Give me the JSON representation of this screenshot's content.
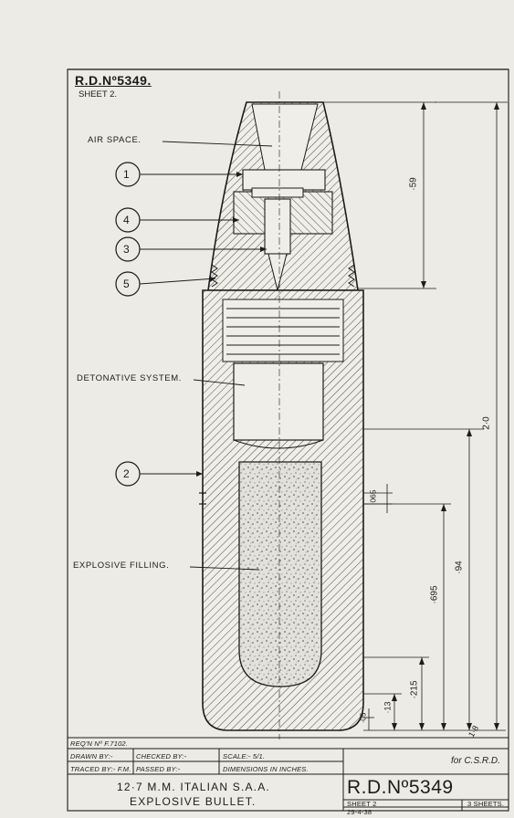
{
  "header": {
    "rd_number": "R.D.Nº5349.",
    "sheet": "SHEET 2."
  },
  "callouts": {
    "c1": "1",
    "c2": "2",
    "c3": "3",
    "c4": "4",
    "c5": "5"
  },
  "labels": {
    "air_space": "AIR SPACE.",
    "detonative_system": "DETONATIVE SYSTEM.",
    "explosive_filling": "EXPLOSIVE FILLING."
  },
  "dimensions": {
    "d59": "·59",
    "d20": "2·0",
    "d065": "·065",
    "d94": "·94",
    "d695": "·695",
    "d215": "·215",
    "d13": "·13",
    "d05": "·05",
    "d18": "1·8"
  },
  "title_block": {
    "req_no": "REQ'N Nº F.7102.",
    "drawn_by": "DRAWN BY:-",
    "traced_by": "TRACED BY:- F.M.",
    "checked_by": "CHECKED BY:-",
    "passed_by": "PASSED BY:-",
    "scale": "SCALE:- 5/1.",
    "dimensions_note": "DIMENSIONS IN INCHES.",
    "title_line1": "12·7 M.M. ITALIAN S.A.A.",
    "title_line2": "EXPLOSIVE BULLET.",
    "for_csrd": "for C.S.R.D.",
    "rd_number_large": "R.D.Nº5349",
    "sheet": "SHEET 2",
    "sheets_total": "3 SHEETS.",
    "date": "29-4-38"
  }
}
